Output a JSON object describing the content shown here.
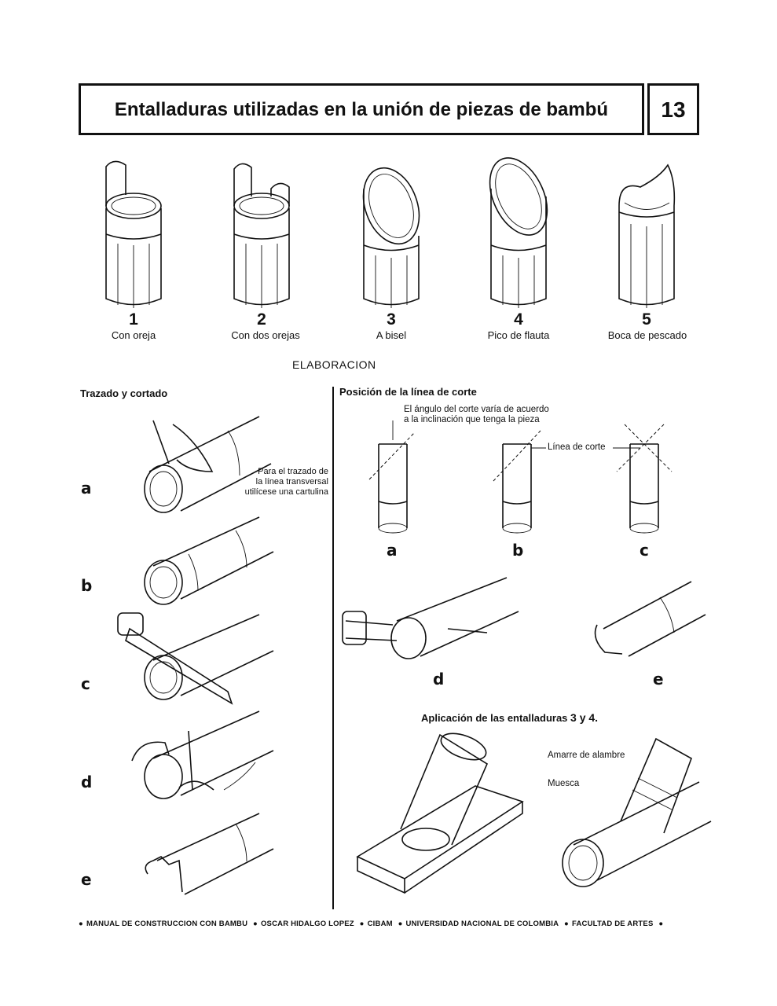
{
  "header": {
    "title": "Entalladuras utilizadas en la unión de piezas de bambú",
    "page_number": "13"
  },
  "joints": [
    {
      "number": "1",
      "label": "Con oreja"
    },
    {
      "number": "2",
      "label": "Con dos orejas"
    },
    {
      "number": "3",
      "label": "A bisel"
    },
    {
      "number": "4",
      "label": "Pico de flauta"
    },
    {
      "number": "5",
      "label": "Boca de pescado"
    }
  ],
  "section_title": "ELABORACION",
  "left": {
    "subtitle": "Trazado y cortado",
    "steps": [
      "a",
      "b",
      "c",
      "d",
      "e"
    ],
    "note": [
      "Para el trazado de",
      "la línea transversal",
      "utilícese una cartulina"
    ]
  },
  "right": {
    "subtitle": "Posición de la línea de corte",
    "note": [
      "El ángulo del corte varía de acuerdo",
      "a la inclinación que tenga la pieza"
    ],
    "cut_line_label": "Línea de corte",
    "steps": [
      "a",
      "b",
      "c",
      "d",
      "e"
    ],
    "application_title": "Aplicación de las entalladuras",
    "application_numbers": "3 y 4.",
    "wire_label": "Amarre de alambre",
    "notch_label": "Muesca"
  },
  "footer": [
    "MANUAL DE CONSTRUCCION CON BAMBU",
    "OSCAR HIDALGO LOPEZ",
    "CIBAM",
    "UNIVERSIDAD NACIONAL DE COLOMBIA",
    "FACULTAD DE ARTES"
  ]
}
